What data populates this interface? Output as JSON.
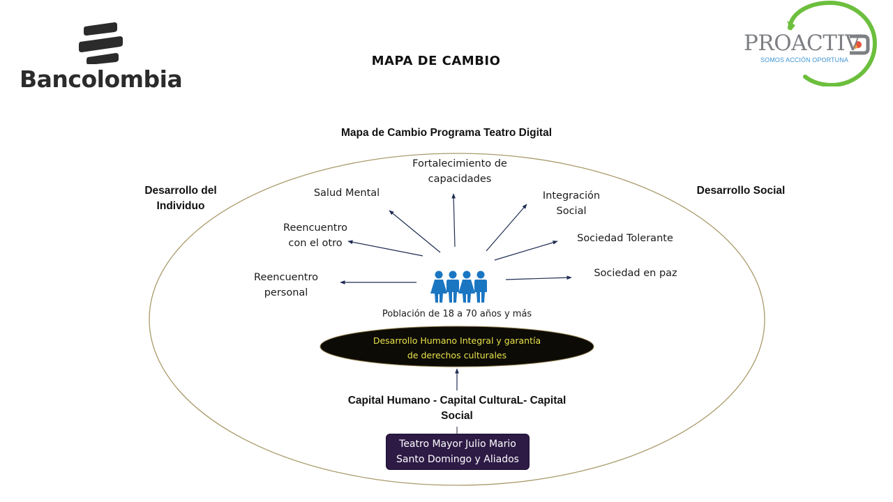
{
  "logos": {
    "left": {
      "name": "Bancolombia",
      "mark_icon": "bancolombia-mark-icon",
      "text_color": "#2b2b2b"
    },
    "right": {
      "name": "PROACTIV",
      "tagline": "SOMOS ACCIÓN OPORTUNA",
      "ring_color": "#6cbf3d",
      "tagline_color": "#3f95d2"
    }
  },
  "header": {
    "title": "MAPA DE CAMBIO",
    "subtitle": "Mapa de Cambio Programa Teatro Digital"
  },
  "diagram": {
    "outer_ellipse_color": "#a89a6a",
    "arrow_color": "#1f2d52",
    "dimensions": {
      "left": "Desarrollo del\nIndividuo",
      "right": "Desarrollo Social"
    },
    "outcomes_individual": [
      {
        "label": "Reencuentro\npersonal"
      },
      {
        "label": "Reencuentro\ncon el otro"
      },
      {
        "label": "Salud Mental"
      }
    ],
    "outcome_center": {
      "label": "Fortalecimiento de\ncapacidades"
    },
    "outcomes_social": [
      {
        "label": "Integración\nSocial"
      },
      {
        "label": "Sociedad Tolerante"
      },
      {
        "label": "Sociedad en paz"
      }
    ],
    "population": {
      "icon": "people-group-icon",
      "icon_color": "#1b76c2",
      "label": "Población de 18 a 70 años y más"
    },
    "goal": {
      "label": "Desarrollo Humano Integral y garantía\nde derechos culturales",
      "fill_color": "#0d0b06",
      "text_color": "#e7e34a"
    },
    "capitals": {
      "label": "Capital Humano - Capital CulturaL- Capital\nSocial"
    },
    "source": {
      "label": "Teatro Mayor Julio Mario\nSanto Domingo y Aliados",
      "fill_color": "#2d1a45"
    }
  }
}
